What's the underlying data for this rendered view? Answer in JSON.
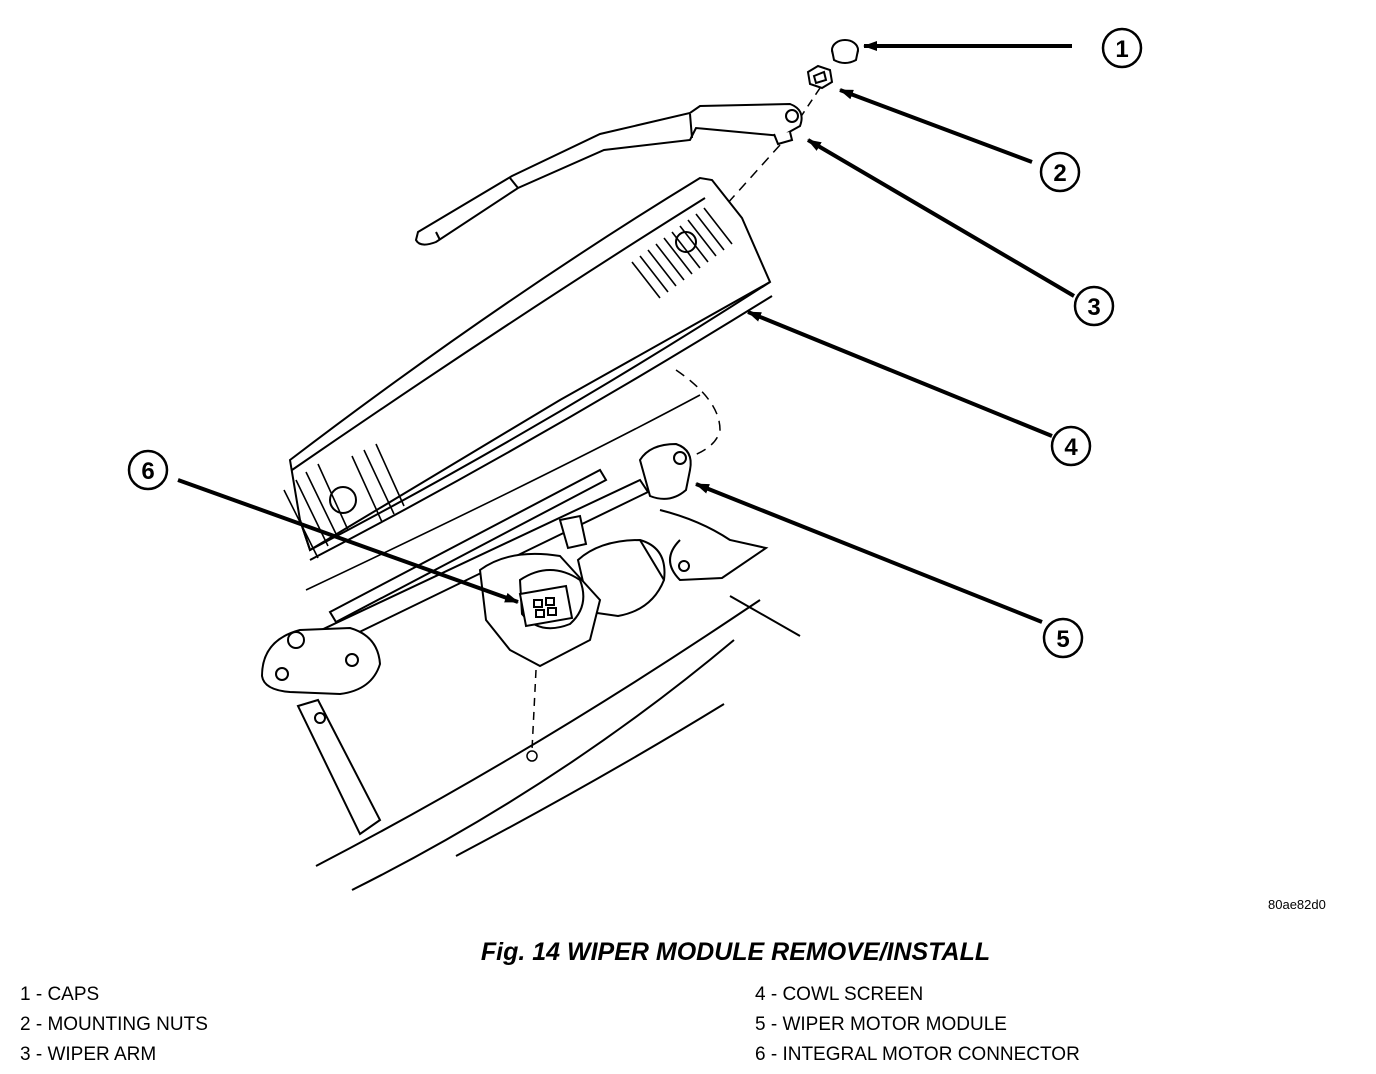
{
  "reference_code": "80ae82d0",
  "figure_title": "Fig. 14 WIPER MODULE REMOVE/INSTALL",
  "callouts": [
    "1",
    "2",
    "3",
    "4",
    "5",
    "6"
  ],
  "legend_left": [
    "1 - CAPS",
    "2 - MOUNTING NUTS",
    "3 - WIPER ARM"
  ],
  "legend_right": [
    "4 - COWL SCREEN",
    "5 - WIPER MOTOR MODULE",
    "6 - INTEGRAL MOTOR CONNECTOR"
  ]
}
